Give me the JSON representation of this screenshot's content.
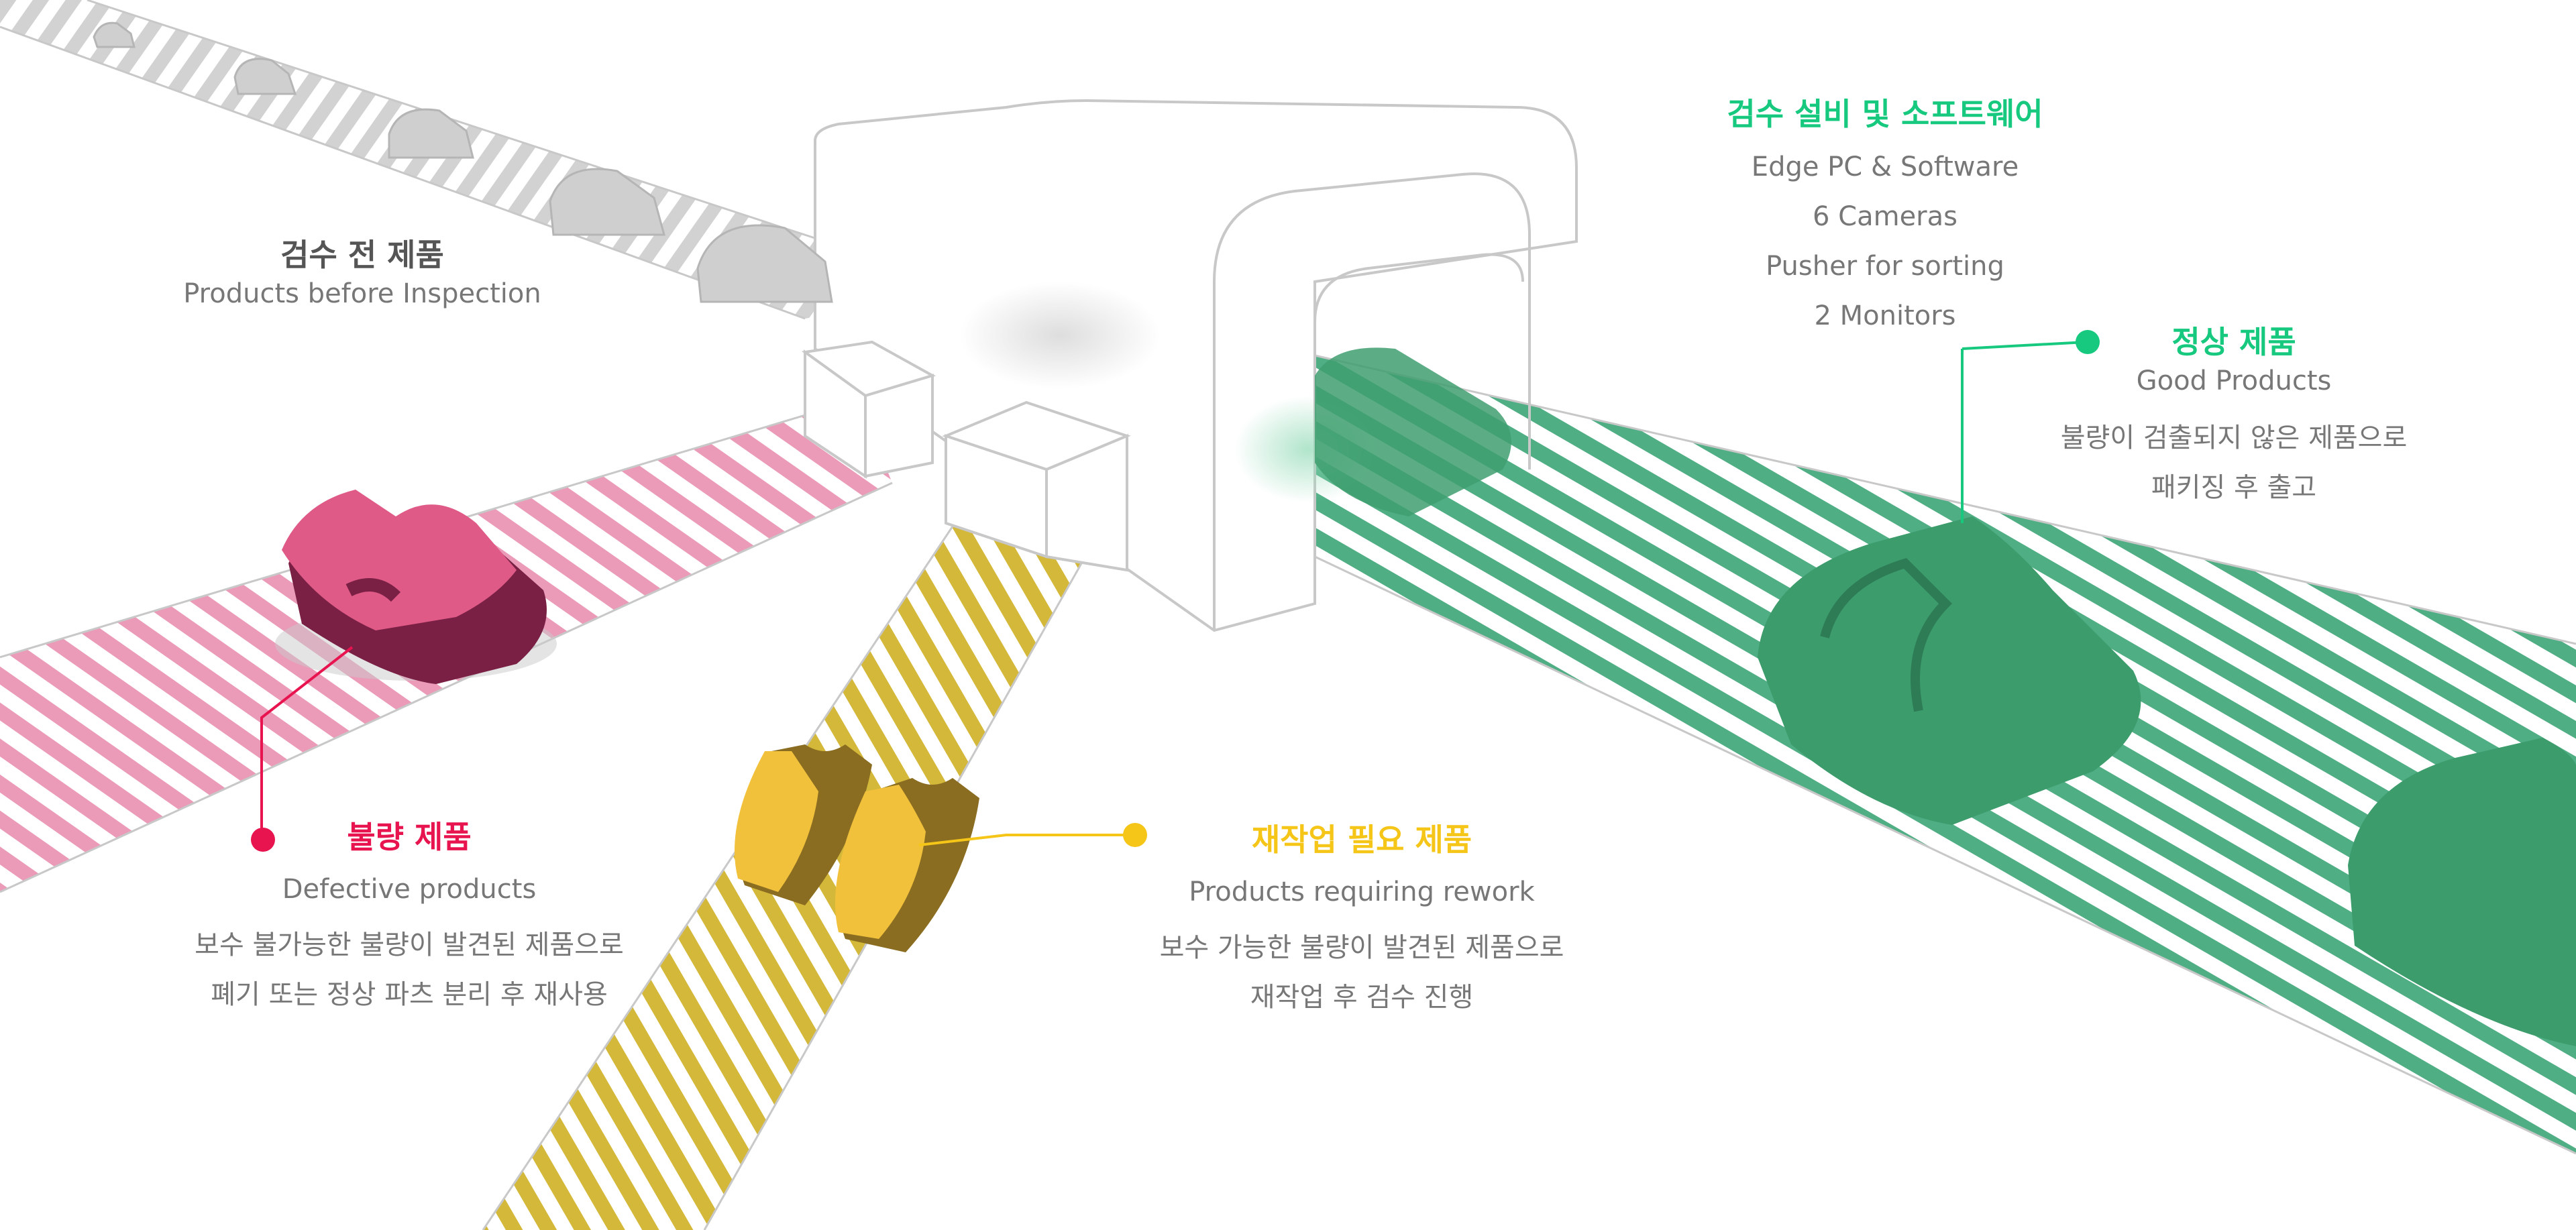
{
  "colors": {
    "defect": "#e8144f",
    "rework": "#f5c518",
    "good": "#17c97f",
    "gray_title": "#555555",
    "text": "#777777",
    "outline": "#c8c8c8"
  },
  "before": {
    "title": "검수 전 제품",
    "subtitle": "Products before Inspection"
  },
  "equipment": {
    "title": "검수 설비 및 소프트웨어",
    "items": [
      "Edge PC & Software",
      "6 Cameras",
      "Pusher for sorting",
      "2 Monitors"
    ]
  },
  "good": {
    "title": "정상 제품",
    "subtitle": "Good Products",
    "desc": [
      "불량이 검출되지 않은 제품으로",
      "패키징 후 출고"
    ]
  },
  "defect": {
    "title": "불량 제품",
    "subtitle": "Defective products",
    "desc": [
      "보수 불가능한 불량이 발견된 제품으로",
      "폐기 또는 정상 파츠 분리 후 재사용"
    ]
  },
  "rework": {
    "title": "재작업 필요 제품",
    "subtitle": "Products requiring rework",
    "desc": [
      "보수 가능한 불량이 발견된 제품으로",
      "재작업 후 검수 진행"
    ]
  }
}
